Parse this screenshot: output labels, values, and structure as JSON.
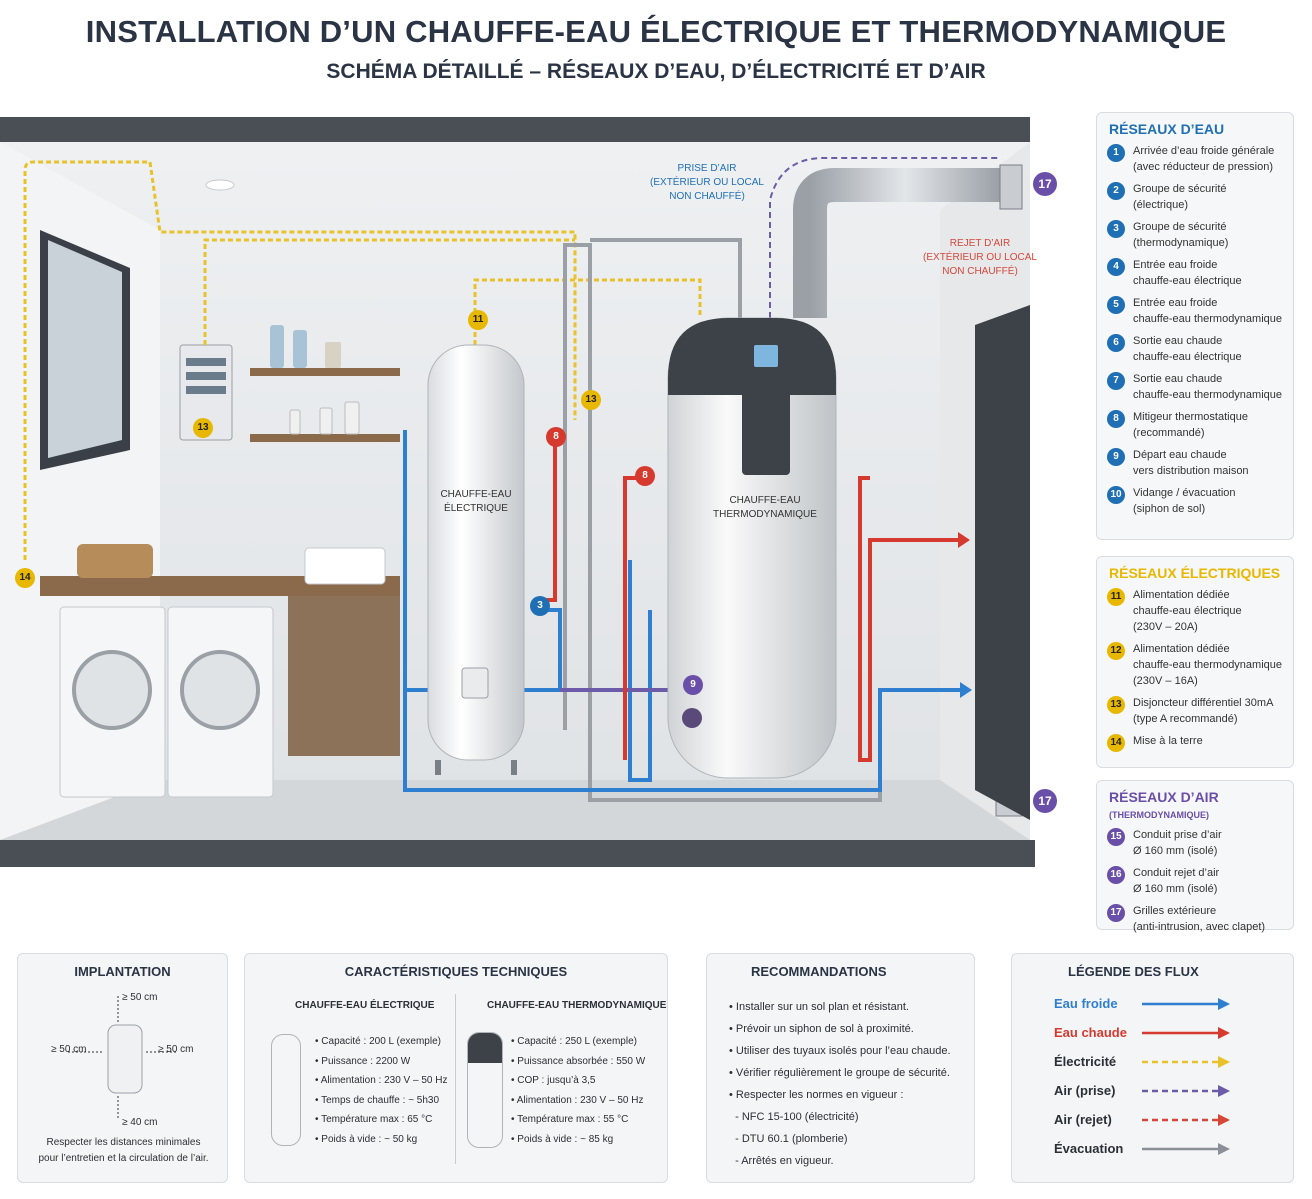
{
  "header": {
    "title": "INSTALLATION D’UN CHAUFFE-EAU ÉLECTRIQUE ET THERMODYNAMIQUE",
    "subtitle": "SCHÉMA DÉTAILLÉ – RÉSEAUX D’EAU, D’ÉLECTRICITÉ ET D’AIR"
  },
  "diagram": {
    "air_intake": [
      "PRISE D’AIR",
      "(EXTÉRIEUR OU LOCAL",
      "NON CHAUFFÉ)"
    ],
    "air_exhaust": [
      "REJET D’AIR",
      "(EXTÉRIEUR OU LOCAL",
      "NON CHAUFFÉ)"
    ],
    "heater_electric": [
      "CHAUFFE-EAU",
      "ÉLECTRIQUE"
    ],
    "heater_thermo": [
      "CHAUFFE-EAU",
      "THERMODYNAMIQUE"
    ]
  },
  "water_panel": {
    "title": "RÉSEAUX D’EAU",
    "color": "#1f6fb5",
    "items": [
      {
        "n": "1",
        "line1": "Arrivée d’eau froide générale",
        "line2": "(avec réducteur de pression)"
      },
      {
        "n": "2",
        "line1": "Groupe de sécurité",
        "line2": "(électrique)"
      },
      {
        "n": "3",
        "line1": "Groupe de sécurité",
        "line2": "(thermodynamique)"
      },
      {
        "n": "4",
        "line1": "Entrée eau froide",
        "line2": "chauffe-eau électrique"
      },
      {
        "n": "5",
        "line1": "Entrée eau froide",
        "line2": "chauffe-eau thermodynamique"
      },
      {
        "n": "6",
        "line1": "Sortie eau chaude",
        "line2": "chauffe-eau électrique"
      },
      {
        "n": "7",
        "line1": "Sortie eau chaude",
        "line2": "chauffe-eau thermodynamique"
      },
      {
        "n": "8",
        "line1": "Mitigeur thermostatique",
        "line2": "(recommandé)"
      },
      {
        "n": "9",
        "line1": "Départ eau chaude",
        "line2": "vers distribution maison"
      },
      {
        "n": "10",
        "line1": "Vidange / évacuation",
        "line2": "(siphon de sol)"
      }
    ]
  },
  "electric_panel": {
    "title": "RÉSEAUX ÉLECTRIQUES",
    "color": "#e8b800",
    "items": [
      {
        "n": "11",
        "line1": "Alimentation dédiée",
        "line2": "chauffe-eau électrique",
        "line3": "(230V – 20A)"
      },
      {
        "n": "12",
        "line1": "Alimentation dédiée",
        "line2": "chauffe-eau thermodynamique",
        "line3": "(230V – 16A)"
      },
      {
        "n": "13",
        "line1": "Disjoncteur différentiel 30mA",
        "line2": "(type A recommandé)",
        "line3": ""
      },
      {
        "n": "14",
        "line1": "Mise à la terre",
        "line2": "",
        "line3": ""
      }
    ]
  },
  "air_panel": {
    "title": "RÉSEAUX D’AIR",
    "title_small": "(THERMODYNAMIQUE)",
    "color": "#6a4fa8",
    "items": [
      {
        "n": "15",
        "line1": "Conduit prise d’air",
        "line2": "Ø 160 mm (isolé)"
      },
      {
        "n": "16",
        "line1": "Conduit rejet d’air",
        "line2": "Ø 160 mm (isolé)"
      },
      {
        "n": "17",
        "line1": "Grilles extérieure",
        "line2": "(anti-intrusion, avec clapet)"
      }
    ]
  },
  "implantation": {
    "title": "IMPLANTATION",
    "top": "≥ 50 cm",
    "left": "≥ 50 cm",
    "right": "≥ 50 cm",
    "bottom": "≥ 40 cm",
    "note1": "Respecter les distances minimales",
    "note2": "pour l’entretien et la circulation de l’air."
  },
  "specs": {
    "title": "CARACTÉRISTIQUES TECHNIQUES",
    "electric": {
      "title": "CHAUFFE-EAU ÉLECTRIQUE",
      "lines": [
        "Capacité : 200 L (exemple)",
        "Puissance : 2200 W",
        "Alimentation : 230 V – 50 Hz",
        "Temps de chauffe : ~ 5h30",
        "Température max : 65 °C",
        "Poids à vide : ~ 50 kg"
      ]
    },
    "thermo": {
      "title": "CHAUFFE-EAU THERMODYNAMIQUE",
      "lines": [
        "Capacité : 250 L (exemple)",
        "Puissance absorbée : 550 W",
        "COP : jusqu’à 3,5",
        "Alimentation : 230 V – 50 Hz",
        "Température max : 55 °C",
        "Poids à vide : ~ 85 kg"
      ]
    }
  },
  "recommandations": {
    "title": "RECOMMANDATIONS",
    "lines": [
      "• Installer sur un sol plan et résistant.",
      "• Prévoir un siphon de sol à proximité.",
      "• Utiliser des tuyaux isolés pour l’eau chaude.",
      "• Vérifier régulièrement le groupe de sécurité.",
      "• Respecter les normes en vigueur :",
      "  - NFC 15-100 (électricité)",
      "  - DTU 60.1 (plomberie)",
      "  - Arrêtés en vigueur."
    ]
  },
  "flux_legend": {
    "title": "LÉGENDE DES FLUX",
    "items": [
      {
        "label": "Eau froide",
        "color": "#2f7fd0",
        "style": "solid"
      },
      {
        "label": "Eau chaude",
        "color": "#d63a2f",
        "style": "solid"
      },
      {
        "label": "Électricité",
        "color": "#e8c22a",
        "style": "dashed"
      },
      {
        "label": "Air (prise)",
        "color": "#6c5ba8",
        "style": "dashed"
      },
      {
        "label": "Air (rejet)",
        "color": "#d6473a",
        "style": "dashed"
      },
      {
        "label": "Évacuation",
        "color": "#8a8f98",
        "style": "solid"
      }
    ]
  }
}
